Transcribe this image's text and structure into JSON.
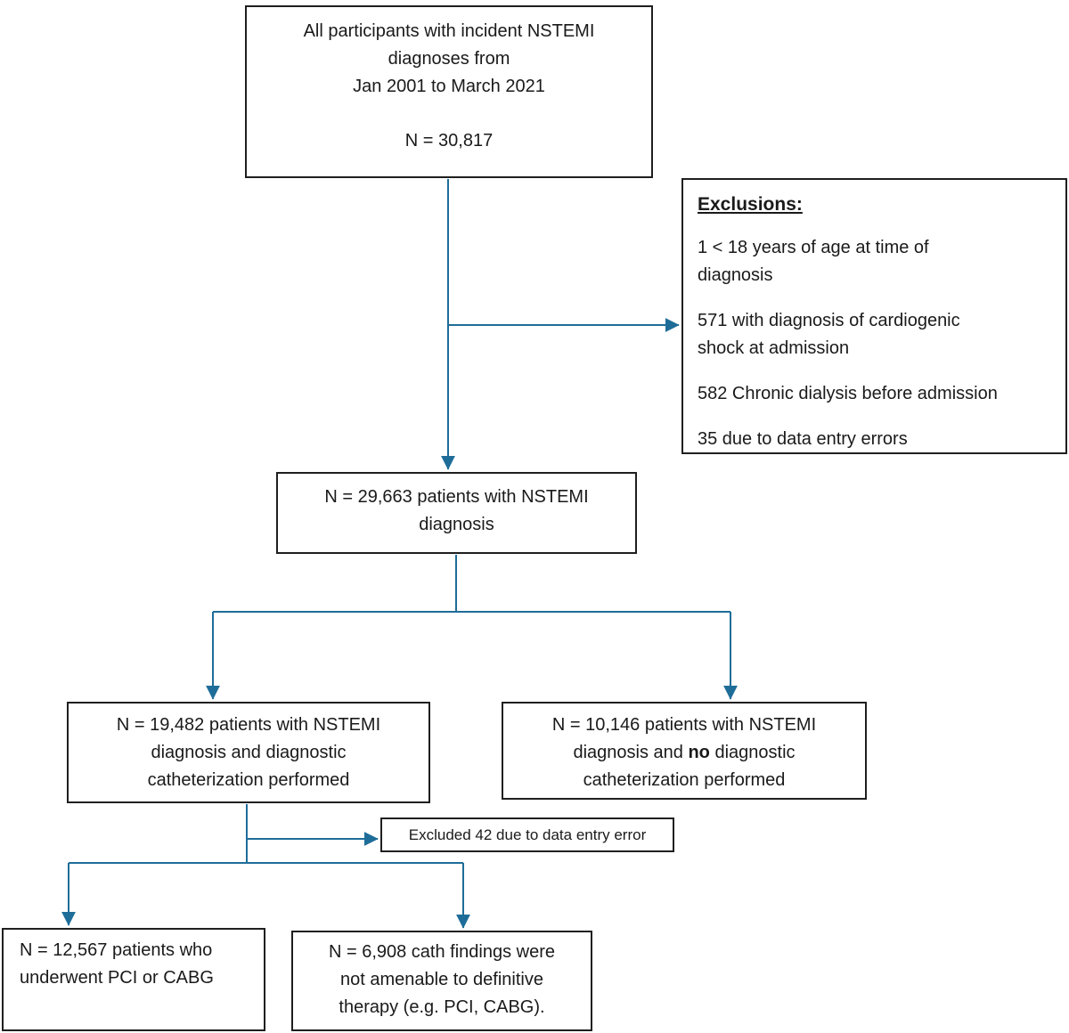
{
  "palette": {
    "arrow_color": "#1e6d99",
    "border_color": "#1f1f1f",
    "text_color": "#1a1a1a",
    "background": "#ffffff"
  },
  "boxes": {
    "top": {
      "lines": [
        "All participants with incident NSTEMI",
        "diagnoses from",
        "Jan 2001 to March 2021"
      ],
      "n": "N = 30,817"
    },
    "exclusions": {
      "heading": "Exclusions:",
      "item1": {
        "line1": "1 < 18 years of age at time of",
        "line2": "diagnosis"
      },
      "item2": {
        "line1": "571 with diagnosis of cardiogenic",
        "line2": "shock at admission"
      },
      "item3": {
        "line1": "582 Chronic dialysis before admission"
      },
      "item4": {
        "line1": "35 due to data entry errors"
      }
    },
    "nstemi": {
      "lines": [
        "N = 29,663 patients with NSTEMI",
        "diagnosis"
      ]
    },
    "cath": {
      "lines": [
        "N = 19,482 patients with NSTEMI",
        "diagnosis and diagnostic",
        "catheterization performed"
      ]
    },
    "no_cath": {
      "line1": "N = 10,146 patients with NSTEMI",
      "line2_pre": "diagnosis and ",
      "line2_bold": "no",
      "line2_post": " diagnostic",
      "line3": "catheterization performed"
    },
    "excluded42": {
      "text": "Excluded 42 due to data entry error"
    },
    "pci_cabg": {
      "lines": [
        "N = 12,567 patients who",
        "underwent PCI or CABG"
      ]
    },
    "no_therapy": {
      "lines": [
        "N = 6,908 cath findings were",
        "not amenable to definitive",
        "therapy (e.g. PCI, CABG)."
      ]
    }
  }
}
